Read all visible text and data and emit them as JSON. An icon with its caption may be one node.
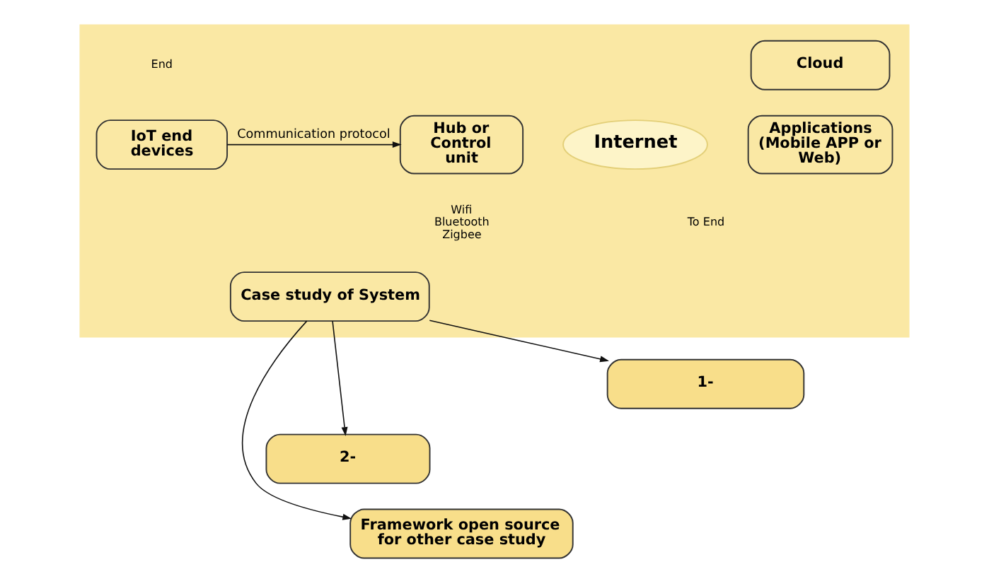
{
  "diagram": {
    "nodes": [
      {
        "text": [],
        "shape": "box"
      },
      {
        "text": [
          "IoT end devices"
        ],
        "in": 0
      },
      {
        "text": [
          "Hub or Control unit"
        ],
        "in": 0
      },
      {
        "text": [
          "Internet"
        ],
        "in": 0
      },
      {
        "text": [
          "Cloud"
        ],
        "in": 0
      },
      {
        "text": [
          "Applications (Mobile APP or Web)"
        ],
        "in": 0
      },
      {
        "text": [
          "Case study of System"
        ],
        "in": 0
      },
      {
        "text": [
          "1-"
        ]
      },
      {
        "text": [
          "2-"
        ]
      },
      {
        "text": [
          "Framework open source for other case study"
        ]
      }
    ],
    "edges": [
      {
        "from": 1,
        "to": 2,
        "arrow": "to",
        "label": "Communication protocol"
      },
      {
        "from": 6,
        "to": 7,
        "arrow": "to"
      },
      {
        "from": 6,
        "to": 8,
        "arrow": "to"
      },
      {
        "from": 6,
        "to": 9,
        "arrow": "to"
      }
    ],
    "labels": [
      "End",
      "Wifi Bluetooth Zigbee",
      "To End"
    ]
  }
}
